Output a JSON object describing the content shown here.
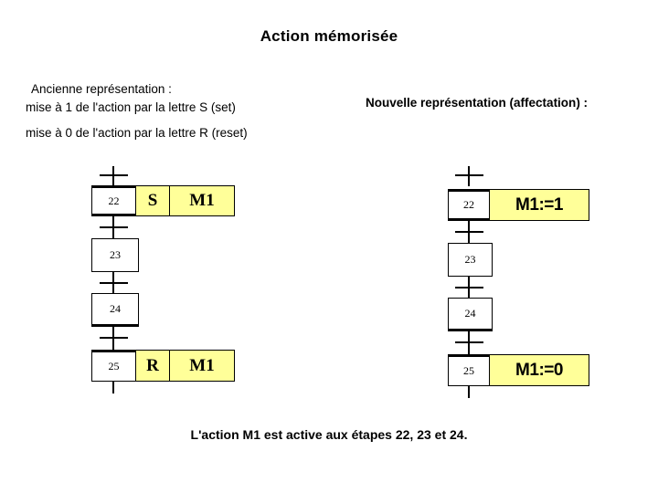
{
  "slide": {
    "title": "Action mémorisée",
    "caption": "L'action M1 est active aux étapes 22, 23 et 24."
  },
  "old_representation": {
    "heading": "Ancienne représentation :",
    "line_set": "mise à 1 de l'action par la lettre S (set)",
    "line_reset": "mise à 0 de l'action par la lettre R (reset)"
  },
  "new_representation": {
    "prefix": "Nouvelle représentation (",
    "emphasis": "affectation",
    "suffix": ") :"
  },
  "colors": {
    "action_fill": "#ffff99",
    "line": "#000000",
    "step_fill": "#ffffff"
  },
  "grafcet_old": {
    "steps": [
      {
        "number": "22",
        "qualifier": "S",
        "action": "M1"
      },
      {
        "number": "23",
        "qualifier": "",
        "action": ""
      },
      {
        "number": "24",
        "qualifier": "",
        "action": ""
      },
      {
        "number": "25",
        "qualifier": "R",
        "action": "M1"
      }
    ]
  },
  "grafcet_new": {
    "steps": [
      {
        "number": "22",
        "action": "M1:=1"
      },
      {
        "number": "23",
        "action": ""
      },
      {
        "number": "24",
        "action": ""
      },
      {
        "number": "25",
        "action": "M1:=0"
      }
    ]
  }
}
